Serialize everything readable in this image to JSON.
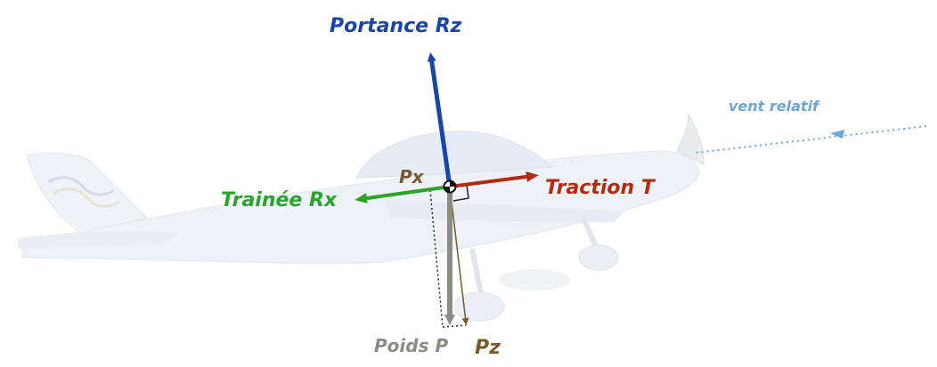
{
  "labels": {
    "lift": "Portance Rz",
    "thrust": "Traction T",
    "drag": "Trainée Rx",
    "weight": "Poids P",
    "weight_x": "Px",
    "weight_z": "Pz",
    "relative_wind": "vent relatif"
  },
  "colors": {
    "lift": "#1846a8",
    "thrust": "#b22a12",
    "drag": "#2aa52a",
    "weight": "#8c8c84",
    "components": "#7a5a2a",
    "wind": "#6aa6d6",
    "airplane": "#e8edf4"
  }
}
